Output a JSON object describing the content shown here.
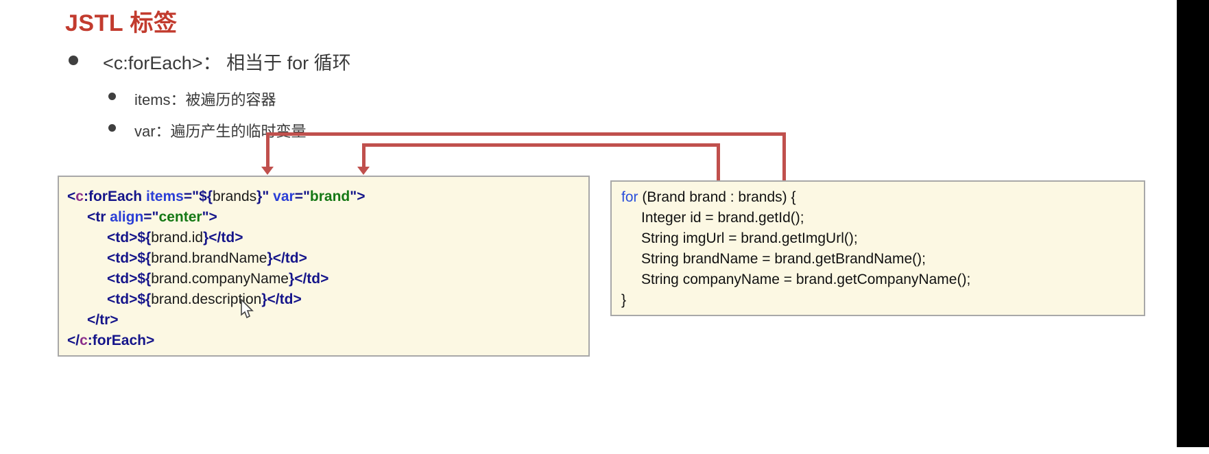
{
  "slide": {
    "title": "JSTL 标签",
    "bullets": {
      "main": "<c:forEach>： 相当于 for 循环",
      "sub": [
        "items：被遍历的容器",
        "var：遍历产生的临时变量"
      ]
    }
  },
  "colors": {
    "title": "#C23B2E",
    "body": "#3A3A3A",
    "arrow": "#C0504D",
    "box_bg": "#FCF8E3",
    "box_border": "#A8A8A8",
    "punc": "#15158A",
    "tag": "#15158A",
    "attr": "#2B3FD6",
    "val": "#157815",
    "el": "#15158A",
    "txt": "#1A1A1A",
    "pfx": "#8B2F8B",
    "kw": "#2B50DB",
    "plain": "#111111",
    "bar": "#000000"
  },
  "icons": {
    "bullet": "filled-circle",
    "cursor": "mouse-arrow"
  },
  "left_code": {
    "lines": [
      {
        "indent": 0,
        "tokens": [
          {
            "t": "<",
            "c": "punc"
          },
          {
            "t": "c",
            "c": "pfx"
          },
          {
            "t": ":forEach",
            "c": "tag"
          },
          {
            "t": " ",
            "c": "plain"
          },
          {
            "t": "items",
            "c": "attr"
          },
          {
            "t": "=\"",
            "c": "punc"
          },
          {
            "t": "${",
            "c": "el"
          },
          {
            "t": "brands",
            "c": "txt"
          },
          {
            "t": "}",
            "c": "el"
          },
          {
            "t": "\"",
            "c": "punc"
          },
          {
            "t": " ",
            "c": "plain"
          },
          {
            "t": "var",
            "c": "attr"
          },
          {
            "t": "=\"",
            "c": "punc"
          },
          {
            "t": "brand",
            "c": "val"
          },
          {
            "t": "\"",
            "c": "punc"
          },
          {
            "t": ">",
            "c": "punc"
          }
        ]
      },
      {
        "indent": 1,
        "tokens": [
          {
            "t": "<",
            "c": "punc"
          },
          {
            "t": "tr",
            "c": "tag"
          },
          {
            "t": " ",
            "c": "plain"
          },
          {
            "t": "align",
            "c": "attr"
          },
          {
            "t": "=\"",
            "c": "punc"
          },
          {
            "t": "center",
            "c": "val"
          },
          {
            "t": "\">",
            "c": "punc"
          }
        ]
      },
      {
        "indent": 2,
        "tokens": [
          {
            "t": "<",
            "c": "punc"
          },
          {
            "t": "td",
            "c": "tag"
          },
          {
            "t": ">",
            "c": "punc"
          },
          {
            "t": "${",
            "c": "el"
          },
          {
            "t": "brand.id",
            "c": "txt"
          },
          {
            "t": "}",
            "c": "el"
          },
          {
            "t": "</",
            "c": "punc"
          },
          {
            "t": "td",
            "c": "tag"
          },
          {
            "t": ">",
            "c": "punc"
          }
        ]
      },
      {
        "indent": 2,
        "tokens": [
          {
            "t": "<",
            "c": "punc"
          },
          {
            "t": "td",
            "c": "tag"
          },
          {
            "t": ">",
            "c": "punc"
          },
          {
            "t": "${",
            "c": "el"
          },
          {
            "t": "brand.brandName",
            "c": "txt"
          },
          {
            "t": "}",
            "c": "el"
          },
          {
            "t": "</",
            "c": "punc"
          },
          {
            "t": "td",
            "c": "tag"
          },
          {
            "t": ">",
            "c": "punc"
          }
        ]
      },
      {
        "indent": 2,
        "tokens": [
          {
            "t": "<",
            "c": "punc"
          },
          {
            "t": "td",
            "c": "tag"
          },
          {
            "t": ">",
            "c": "punc"
          },
          {
            "t": "${",
            "c": "el"
          },
          {
            "t": "brand.companyName",
            "c": "txt"
          },
          {
            "t": "}",
            "c": "el"
          },
          {
            "t": "</",
            "c": "punc"
          },
          {
            "t": "td",
            "c": "tag"
          },
          {
            "t": ">",
            "c": "punc"
          }
        ]
      },
      {
        "indent": 2,
        "tokens": [
          {
            "t": "<",
            "c": "punc"
          },
          {
            "t": "td",
            "c": "tag"
          },
          {
            "t": ">",
            "c": "punc"
          },
          {
            "t": "${",
            "c": "el"
          },
          {
            "t": "brand.description",
            "c": "txt"
          },
          {
            "t": "}",
            "c": "el"
          },
          {
            "t": "</",
            "c": "punc"
          },
          {
            "t": "td",
            "c": "tag"
          },
          {
            "t": ">",
            "c": "punc"
          }
        ]
      },
      {
        "indent": 1,
        "tokens": [
          {
            "t": "</",
            "c": "punc"
          },
          {
            "t": "tr",
            "c": "tag"
          },
          {
            "t": ">",
            "c": "punc"
          }
        ]
      },
      {
        "indent": 0,
        "tokens": [
          {
            "t": "</",
            "c": "punc"
          },
          {
            "t": "c",
            "c": "pfx"
          },
          {
            "t": ":forEach",
            "c": "tag"
          },
          {
            "t": ">",
            "c": "punc"
          }
        ]
      }
    ]
  },
  "right_code": {
    "lines": [
      {
        "indent": 0,
        "tokens": [
          {
            "t": "for",
            "c": "kw"
          },
          {
            "t": " (Brand brand : brands) {",
            "c": "plain"
          }
        ]
      },
      {
        "indent": 1,
        "tokens": [
          {
            "t": "Integer id = brand.getId();",
            "c": "plain"
          }
        ]
      },
      {
        "indent": 1,
        "tokens": [
          {
            "t": "String imgUrl = brand.getImgUrl();",
            "c": "plain"
          }
        ]
      },
      {
        "indent": 1,
        "tokens": [
          {
            "t": "String brandName = brand.getBrandName();",
            "c": "plain"
          }
        ]
      },
      {
        "indent": 1,
        "tokens": [
          {
            "t": "String companyName = brand.getCompanyName();",
            "c": "plain"
          }
        ]
      },
      {
        "indent": 0,
        "tokens": [
          {
            "t": "}",
            "c": "plain"
          }
        ]
      }
    ]
  }
}
